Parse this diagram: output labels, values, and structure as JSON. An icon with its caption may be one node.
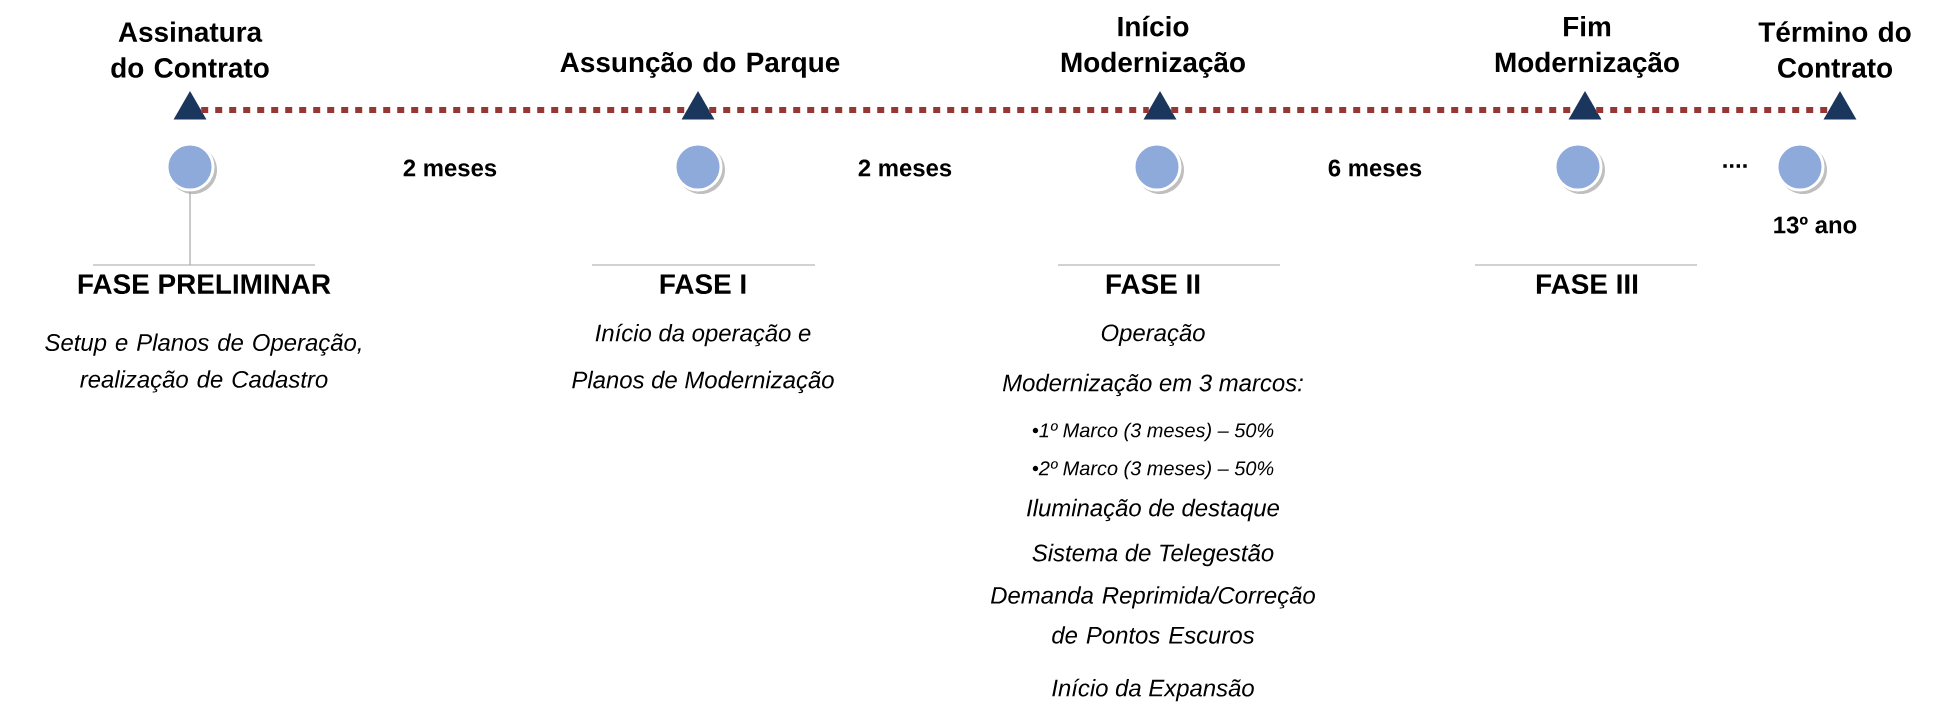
{
  "diagram": {
    "nodes": [
      {
        "text": [
          "Assinatura do Contrato"
        ]
      },
      {
        "text": [
          "Assunção do Parque"
        ]
      },
      {
        "text": [
          "Início Modernização"
        ]
      },
      {
        "text": [
          "Fim Modernização"
        ]
      },
      {
        "text": [
          "Término do Contrato"
        ]
      },
      {
        "text": [],
        "shape": "circle"
      },
      {
        "text": [],
        "shape": "circle"
      },
      {
        "text": [],
        "shape": "circle"
      },
      {
        "text": [],
        "shape": "circle"
      },
      {
        "text": [],
        "shape": "circle",
        "beside": [
          "13º ano"
        ]
      },
      {
        "text": [
          "FASE PRELIMINAR",
          "Setup e Planos de Operação, realização de Cadastro"
        ]
      },
      {
        "text": [
          "FASE I",
          "Início da operação e",
          "Planos de Modernização"
        ]
      },
      {
        "text": [
          "FASE II",
          "Operação",
          "Modernização em 3  marcos:",
          "•1º Marco (3 meses) – 50%",
          "•2º Marco (3 meses) – 50%",
          "Iluminação de destaque",
          "Sistema de Telegestão",
          "Demanda Reprimida/Correção de Pontos Escuros",
          "Início da Expansão"
        ]
      },
      {
        "text": [
          "FASE III"
        ]
      }
    ],
    "edges": [
      {
        "from": 0,
        "to": 1,
        "arrow": "none",
        "style": "dashed"
      },
      {
        "from": 1,
        "to": 2,
        "arrow": "none",
        "style": "dashed"
      },
      {
        "from": 2,
        "to": 3,
        "arrow": "none",
        "style": "dashed"
      },
      {
        "from": 3,
        "to": 4,
        "arrow": "none",
        "style": "dashed"
      },
      {
        "from": 5,
        "to": 10,
        "arrow": "none",
        "color": "#a6a6a6"
      }
    ],
    "labels": [
      "2 meses",
      "2 meses",
      "6 meses",
      "...."
    ]
  }
}
